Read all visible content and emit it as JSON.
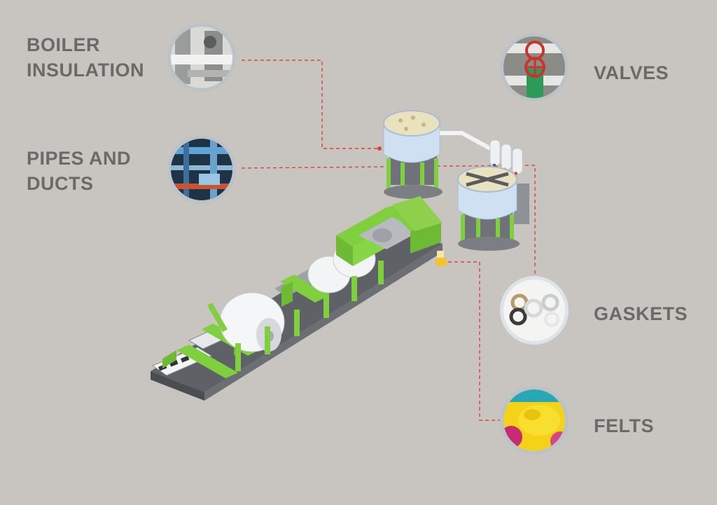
{
  "labels": {
    "boiler_insulation": [
      "BOILER",
      "INSULATION"
    ],
    "pipes_and_ducts": [
      "PIPES AND",
      "DUCTS"
    ],
    "valves": "VALVES",
    "gaskets": "GASKETS",
    "felts": "FELTS"
  },
  "colors": {
    "background": "#c8c4bf",
    "label_text": "#6b6a68",
    "machine_green": "#8fd14f",
    "connector_red": "#e0413e",
    "tank_blue": "#cfe0f2"
  },
  "icons": {
    "boiler_insulation": "boiler-insulation-photo-icon",
    "pipes_and_ducts": "pipes-ducts-photo-icon",
    "valves": "valves-photo-icon",
    "gaskets": "gaskets-photo-icon",
    "felts": "felts-photo-icon"
  }
}
